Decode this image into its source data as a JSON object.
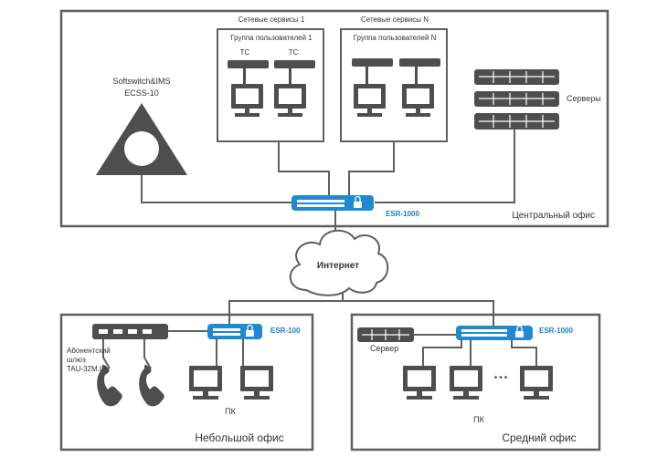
{
  "colors": {
    "line": "#5f5f5f",
    "device": "#4e4e4e",
    "accent": "#1f8ad1",
    "accent_label": "#1a7dc2",
    "text": "#333333"
  },
  "central_office": {
    "label": "Центральный офис",
    "softswitch": {
      "line1": "Softswitch&IMS",
      "line2": "ECSS-10",
      "icon": "triangle-icon"
    },
    "service_group_1": {
      "title": "Сетевые сервисы 1",
      "group": "Группа пользователей 1",
      "tc1": "ТС",
      "tc2": "ТС"
    },
    "service_group_n": {
      "title": "Сетевые сервисы N",
      "group": "Группа пользователей N"
    },
    "servers_label": "Серверы",
    "router_label": "ESR-1000"
  },
  "internet": {
    "label": "Интернет",
    "icon": "cloud-icon"
  },
  "small_office": {
    "label": "Небольшой офис",
    "gateway_label_line1": "Абонентский",
    "gateway_label_line2": "шлюз",
    "gateway_label_line3": "TAU-32M.IP",
    "router_label": "ESR-100",
    "pc_label": "ПК"
  },
  "medium_office": {
    "label": "Средний офис",
    "server_label": "Сервер",
    "router_label": "ESR-1000",
    "pc_label": "ПК",
    "ellipsis": "•••"
  }
}
